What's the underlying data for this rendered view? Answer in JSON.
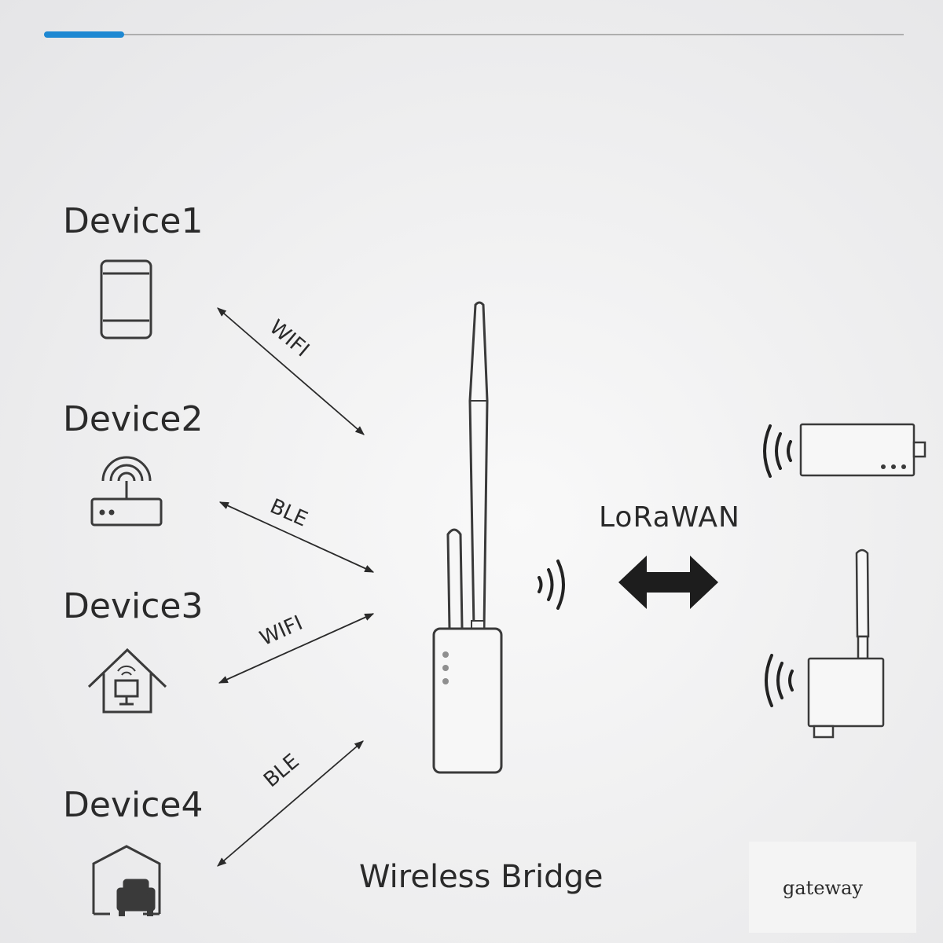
{
  "devices": [
    {
      "label": "Device1",
      "icon": "smartphone-icon"
    },
    {
      "label": "Device2",
      "icon": "router-icon"
    },
    {
      "label": "Device3",
      "icon": "smart-home-icon"
    },
    {
      "label": "Device4",
      "icon": "garage-car-icon"
    }
  ],
  "links": [
    {
      "label": "WIFI"
    },
    {
      "label": "BLE"
    },
    {
      "label": "WIFI"
    },
    {
      "label": "BLE"
    }
  ],
  "lora": {
    "label": "LoRaWAN"
  },
  "bridge": {
    "label": "Wireless Bridge"
  },
  "gateway": {
    "label": "gateway"
  },
  "colors": {
    "accent": "#1e88d2",
    "line": "#2a2a2a",
    "background": "#eeeeef"
  }
}
